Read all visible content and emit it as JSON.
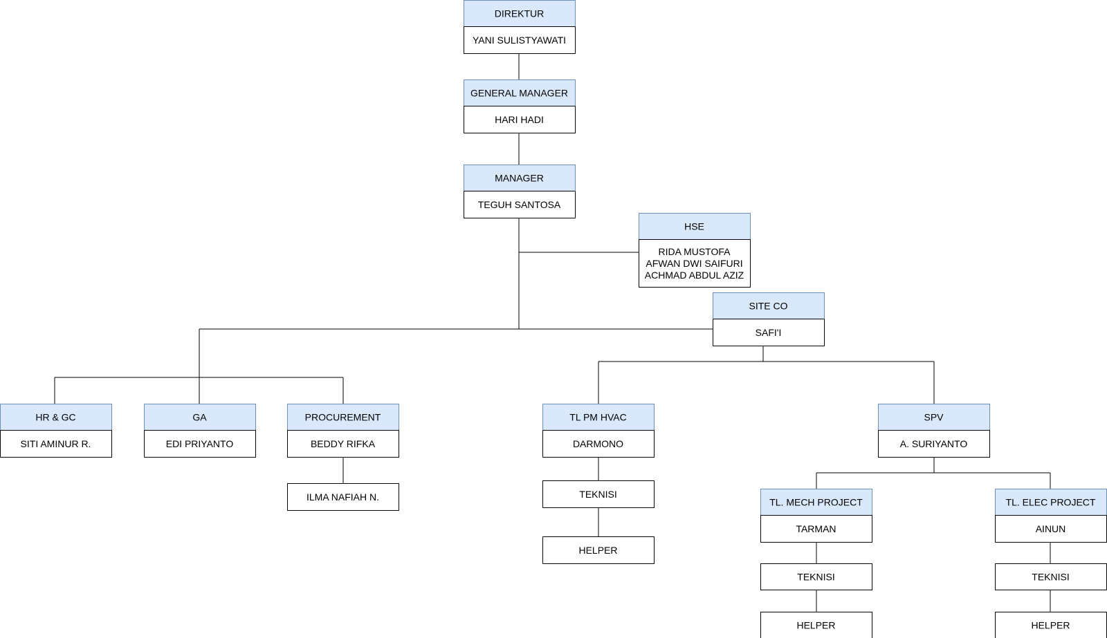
{
  "colors": {
    "title_fill": "#dae8fc",
    "title_stroke": "#6c8ebf",
    "body_fill": "#ffffff",
    "line": "#000000"
  },
  "nodes": {
    "direktur": {
      "title": "DIREKTUR",
      "lines": [
        "YANI SULISTYAWATI"
      ]
    },
    "gm": {
      "title": "GENERAL MANAGER",
      "lines": [
        "HARI HADI"
      ]
    },
    "manager": {
      "title": "MANAGER",
      "lines": [
        "TEGUH SANTOSA"
      ]
    },
    "hse": {
      "title": "HSE",
      "lines": [
        "RIDA MUSTOFA",
        "AFWAN DWI SAIFURI",
        "ACHMAD ABDUL AZIZ"
      ]
    },
    "siteco": {
      "title": "SITE CO",
      "lines": [
        "SAFI'I"
      ]
    },
    "hrgc": {
      "title": "HR & GC",
      "lines": [
        "SITI AMINUR R."
      ]
    },
    "ga": {
      "title": "GA",
      "lines": [
        "EDI PRIYANTO"
      ]
    },
    "procurement": {
      "title": "PROCUREMENT",
      "lines": [
        "BEDDY RIFKA"
      ]
    },
    "ilma": {
      "title": "",
      "lines": [
        "ILMA NAFIAH N."
      ]
    },
    "tlpm": {
      "title": "TL PM HVAC",
      "lines": [
        "DARMONO"
      ]
    },
    "tlpm_teknisi": {
      "title": "",
      "lines": [
        "TEKNISI"
      ]
    },
    "tlpm_helper": {
      "title": "",
      "lines": [
        "HELPER"
      ]
    },
    "spv": {
      "title": "SPV",
      "lines": [
        "A. SURIYANTO"
      ]
    },
    "mech": {
      "title": "TL. MECH PROJECT",
      "lines": [
        "TARMAN"
      ]
    },
    "mech_teknisi": {
      "title": "",
      "lines": [
        "TEKNISI"
      ]
    },
    "mech_helper": {
      "title": "",
      "lines": [
        "HELPER"
      ]
    },
    "elec": {
      "title": "TL. ELEC PROJECT",
      "lines": [
        "AINUN"
      ]
    },
    "elec_teknisi": {
      "title": "",
      "lines": [
        "TEKNISI"
      ]
    },
    "elec_helper": {
      "title": "",
      "lines": [
        "HELPER"
      ]
    }
  }
}
